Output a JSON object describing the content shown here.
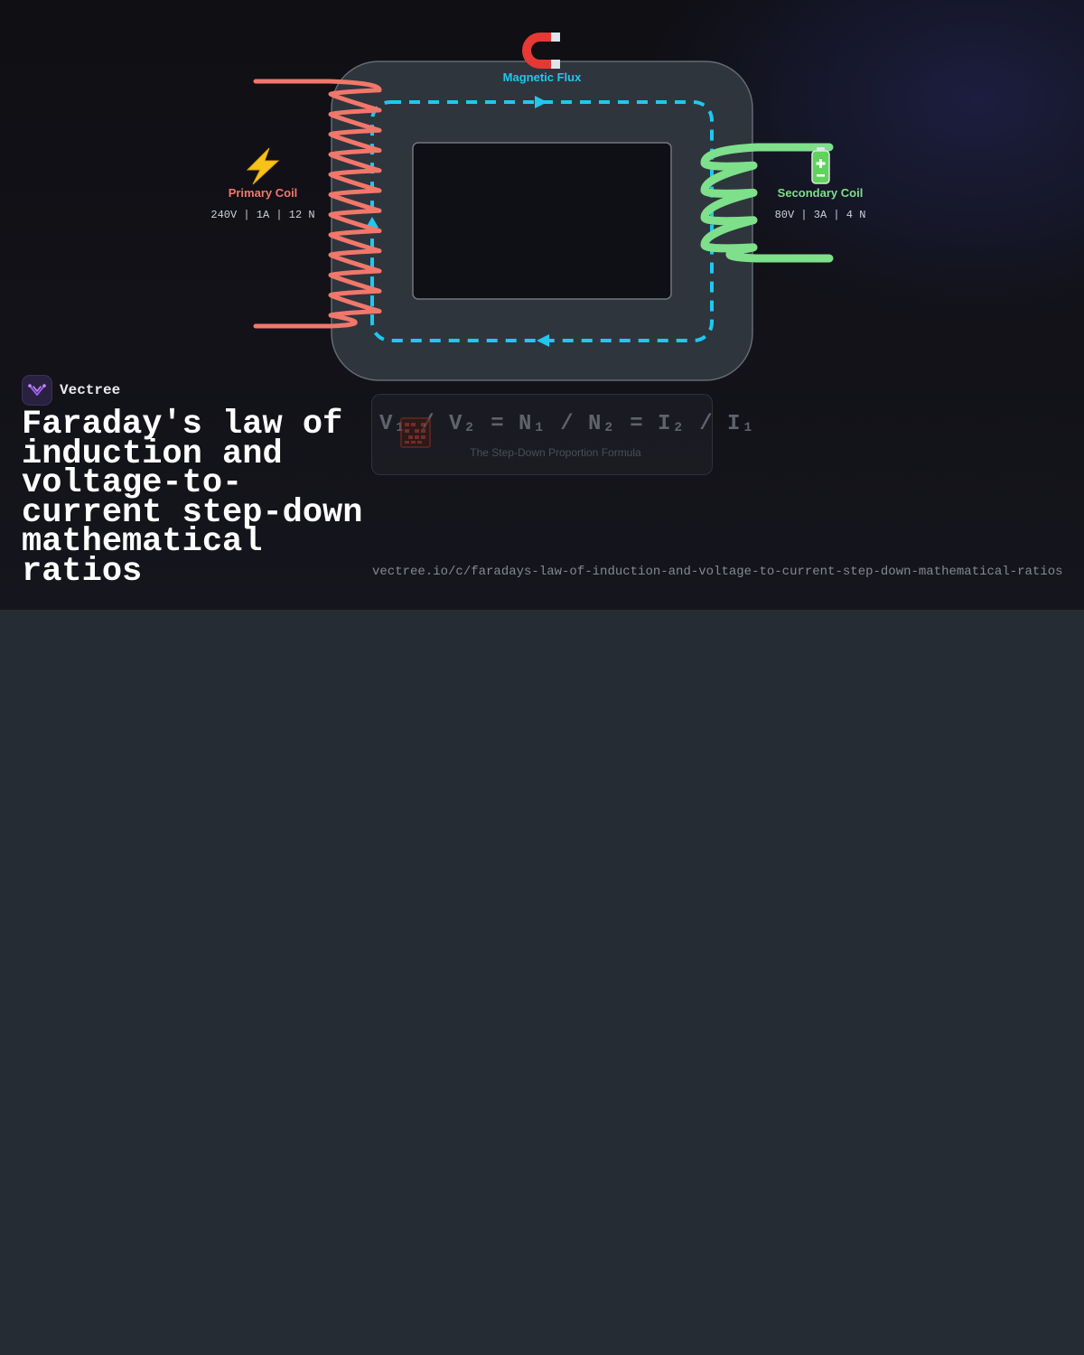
{
  "brand": {
    "name": "Vectree"
  },
  "title": "Faraday's law of induction and voltage-to-current step-down mathematical ratios",
  "url": "vectree.io/c/faradays-law-of-induction-and-voltage-to-current-step-down-mathematical-ratios",
  "diagram": {
    "flux_label": "Magnetic Flux",
    "primary": {
      "label": "Primary Coil",
      "stats": "240V | 1A | 12 N",
      "turns": 12,
      "color": "#f2776b"
    },
    "secondary": {
      "label": "Secondary Coil",
      "stats": "80V | 3A | 4 N",
      "turns": 4,
      "color": "#7ee08a"
    },
    "flux_color": "#1ec8f0",
    "core_color": "#2f353d",
    "icons": {
      "magnet": "magnet-icon",
      "primary": "lightning-icon",
      "secondary": "battery-icon",
      "formula": "abacus-icon"
    }
  },
  "formula": {
    "text": "V₁ / V₂ = N₁ / N₂ = I₂ / I₁",
    "caption": "The Step-Down Proportion Formula"
  }
}
